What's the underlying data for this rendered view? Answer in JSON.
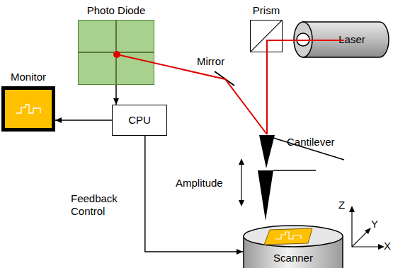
{
  "diagram": {
    "nodes": [
      {
        "text": [
          "Photo Diode"
        ]
      },
      {
        "text": [
          "Prism"
        ]
      },
      {
        "text": [
          "Laser"
        ]
      },
      {
        "text": [
          "Monitor"
        ]
      },
      {
        "text": [
          "CPU"
        ]
      },
      {
        "text": [
          "Scanner"
        ]
      }
    ],
    "edges": [
      {
        "from": 0,
        "to": 4,
        "arrow": "to"
      },
      {
        "from": 4,
        "to": 3,
        "arrow": "to"
      },
      {
        "from": 4,
        "to": 5,
        "arrow": "to",
        "label": "Feedback Control"
      }
    ],
    "labels": [
      "Mirror",
      "Cantilever",
      "Amplitude",
      "Z",
      "Y",
      "X"
    ]
  }
}
